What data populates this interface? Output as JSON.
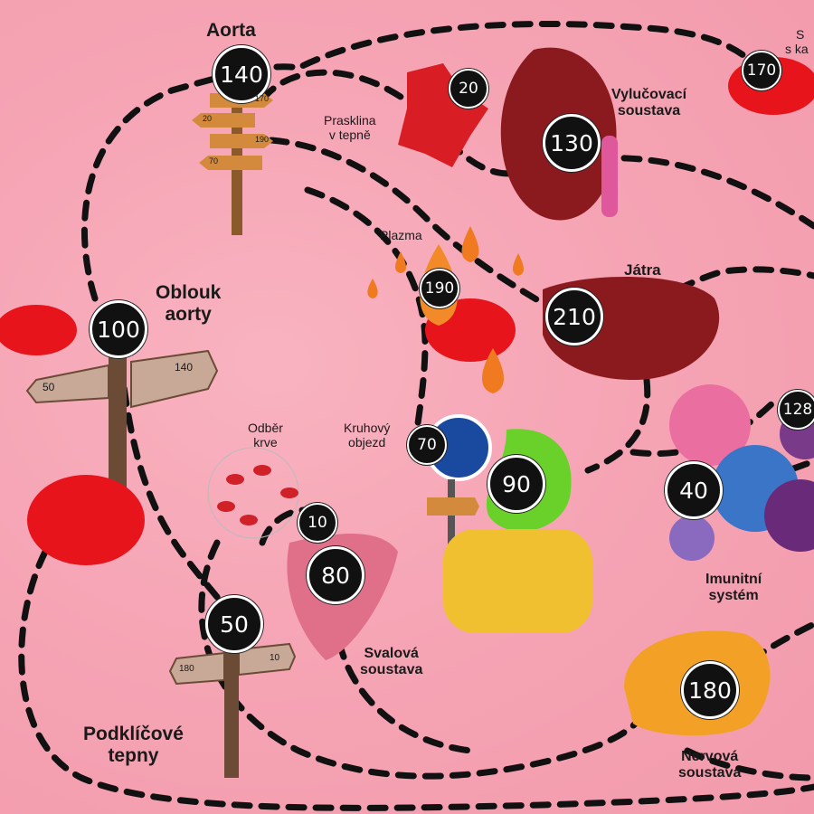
{
  "labels": {
    "aorta": "Aorta",
    "oblouk_1": "Oblouk",
    "oblouk_2": "aorty",
    "prasklina_1": "Prasklina",
    "prasklina_2": "v tepně",
    "vylucovaci_1": "Vylučovací",
    "vylucovaci_2": "soustava",
    "top_right_1": "S",
    "top_right_2": "s ka",
    "plazma": "Plazma",
    "jatra": "Játra",
    "odber_1": "Odběr",
    "odber_2": "krve",
    "kruhovy_1": "Kruhový",
    "kruhovy_2": "objezd",
    "imunitni_1": "Imunitní",
    "imunitni_2": "systém",
    "svalova_1": "Svalová",
    "svalova_2": "soustava",
    "podkliciove_1": "Podklíčové",
    "podkliciove_2": "tepny",
    "nervova_1": "Nervová",
    "nervova_2": "soustava"
  },
  "stations": {
    "aorta": "140",
    "oblouk": "100",
    "podkliciove": "50",
    "svalova": "80",
    "odber": "10",
    "prasklina": "20",
    "vylucovaci": "130",
    "top_right": "170",
    "plazma": "190",
    "jatra": "210",
    "kruhovy": "70",
    "trava": "90",
    "imunitni": "40",
    "imunitni_edge": "128",
    "nervova": "180"
  },
  "signposts": {
    "aorta": [
      "170",
      "20",
      "190",
      "70"
    ],
    "oblouk": [
      "50",
      "140"
    ],
    "podkliciove": [
      "180",
      "10"
    ]
  },
  "colors": {
    "background": "#f6a6b6",
    "path": "#111111",
    "bubble": "#111111",
    "blood_cell": "#e8141c"
  }
}
